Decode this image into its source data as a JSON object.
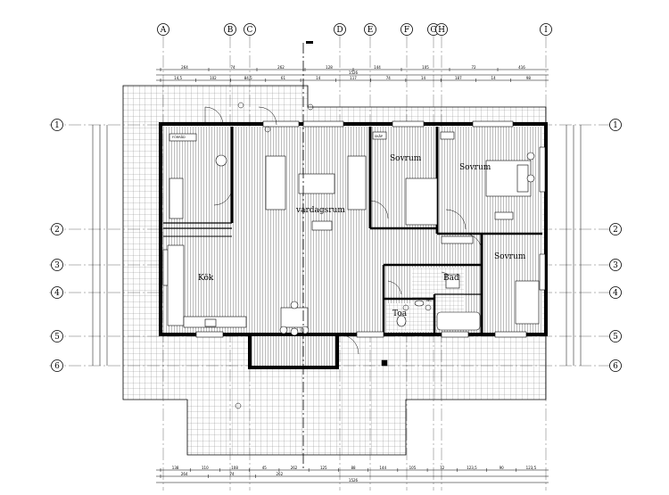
{
  "grid": {
    "columns": [
      "A",
      "B",
      "C",
      "D",
      "E",
      "F",
      "G",
      "H",
      "I"
    ],
    "rows": [
      "1",
      "2",
      "3",
      "4",
      "5",
      "6"
    ]
  },
  "rooms": {
    "vardagsrum": "vardagsrum",
    "kok": "Kök",
    "sovrum_small": "Sovrum",
    "sovrum_master": "Sovrum",
    "sovrum_right": "Sovrum",
    "bad": "Bad",
    "toa": "Toa"
  },
  "dimensions": {
    "top_main": [
      "264",
      "74",
      "262",
      "128",
      "144",
      "105",
      "72",
      "416"
    ],
    "top_detail": [
      "14,5",
      "102",
      "84,5",
      "61",
      "14",
      "117",
      "74",
      "14",
      "187",
      "14",
      "98"
    ],
    "top_total": "1526",
    "bottom_main": [
      "138",
      "110",
      "108",
      "45",
      "262",
      "125",
      "88",
      "144",
      "105",
      "72",
      "123,5",
      "90",
      "123,5"
    ],
    "bottom_detail": [
      "264",
      "74",
      "262"
    ],
    "bottom_total": "1526"
  },
  "annotations": {
    "storage": "FÖRRÅD",
    "skap": "SKÅP",
    "wc": "WC"
  },
  "colors": {
    "line": "#000000",
    "grid_line": "#555555",
    "paving": "#7a7a7a"
  }
}
